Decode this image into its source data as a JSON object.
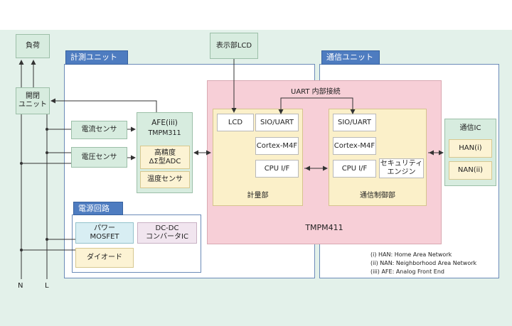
{
  "load": "負荷",
  "switch_unit": [
    "開閉",
    "ユニット"
  ],
  "meter_unit": {
    "tab": "計測ユニット",
    "current_sensor": "電流センサ",
    "voltage_sensor": "電圧センサ",
    "afe": {
      "title": "AFE(iii)",
      "chip": "TMPM311",
      "adc": [
        "高精度",
        "ΔΣ型ADC"
      ],
      "temp": "温度センサ"
    },
    "power_circuit": {
      "tab": "電源回路",
      "mosfet": [
        "パワー",
        "MOSFET"
      ],
      "dcdc": [
        "DC-DC",
        "コンバータIC"
      ],
      "diode": "ダイオード"
    }
  },
  "display": "表示部LCD",
  "tmpm411": {
    "label": "TMPM411",
    "uart": "UART 内部接続",
    "metering": {
      "label": "計量部",
      "lcd": "LCD",
      "sio": "SIO/UART",
      "cortex": "Cortex-M4F",
      "cpu": "CPU I/F"
    },
    "comm_ctrl": {
      "label": "通信制御部",
      "sio": "SIO/UART",
      "cortex": "Cortex-M4F",
      "cpu": "CPU I/F",
      "security": [
        "セキュリティ",
        "エンジン"
      ]
    }
  },
  "comm_unit": {
    "tab": "通信ユニット",
    "ic": {
      "title": "通信IC",
      "han": "HAN(i)",
      "nan": "NAN(ii)"
    }
  },
  "lines": {
    "n": "N",
    "l": "L"
  },
  "notes": [
    "(i) HAN: Home Area Network",
    "(ii) NAN: Neighborhood Area Network",
    "(iii) AFE: Analog Front End"
  ],
  "colors": {
    "tab": "#4e7cc0",
    "green": "#d7ecdf",
    "yellow": "#fbf0c9",
    "pink": "#f7cfd7",
    "band": "#e3f1ea"
  }
}
